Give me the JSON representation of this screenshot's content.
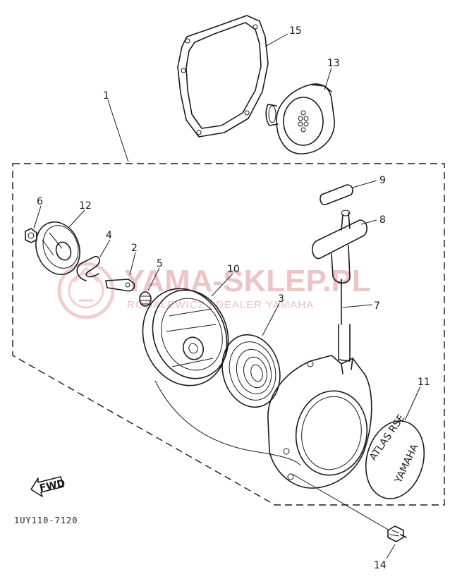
{
  "diagram": {
    "part_labels": [
      {
        "id": "1",
        "text": "1"
      },
      {
        "id": "2",
        "text": "2"
      },
      {
        "id": "3",
        "text": "3"
      },
      {
        "id": "4",
        "text": "4"
      },
      {
        "id": "5",
        "text": "5"
      },
      {
        "id": "6",
        "text": "6"
      },
      {
        "id": "7",
        "text": "7"
      },
      {
        "id": "8",
        "text": "8"
      },
      {
        "id": "9",
        "text": "9"
      },
      {
        "id": "10",
        "text": "10"
      },
      {
        "id": "11",
        "text": "11"
      },
      {
        "id": "12",
        "text": "12"
      },
      {
        "id": "13",
        "text": "13"
      },
      {
        "id": "14",
        "text": "14"
      },
      {
        "id": "15",
        "text": "15"
      }
    ],
    "fwd_label": "FWD",
    "drawing_code": "1UY110-7120",
    "watermark_title": "YAMA-SKLEP.PL",
    "watermark_subtitle": "ROGALEWICZ | DEALER YAMAHA",
    "emblem_text": "YAMAHA",
    "emblem_ring_text": "ATLAS RSE"
  }
}
